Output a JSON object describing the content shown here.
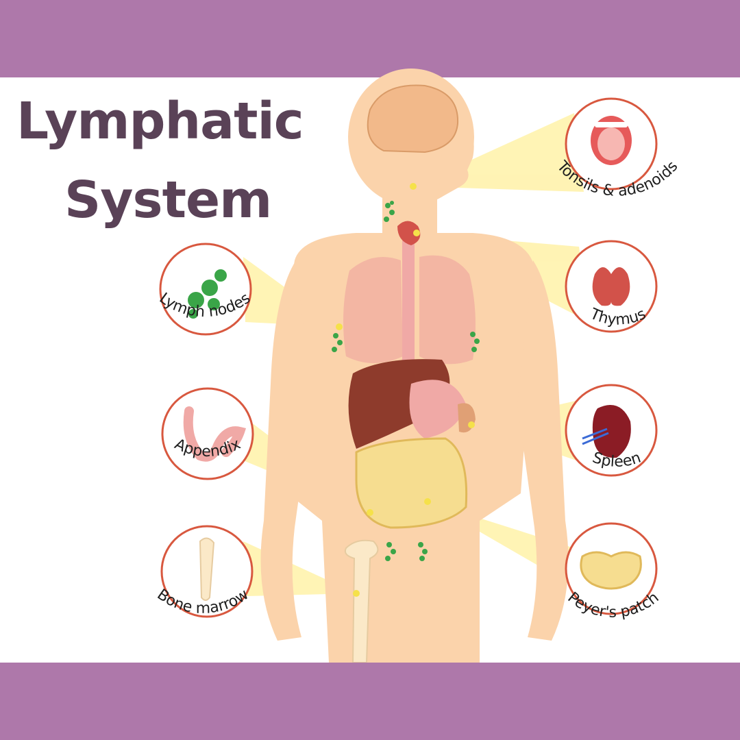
{
  "title": {
    "line1": "Lymphatic",
    "line2": "System"
  },
  "labels": {
    "tonsils": "Tonsils & adenoids",
    "thymus": "Thymus",
    "spleen": "Spleen",
    "peyers": "Peyer's patch",
    "lymph": "Lymph nodes",
    "appendix": "Appendix",
    "bone": "Bone marrow"
  },
  "colors": {
    "band": "#ae78aa",
    "title": "#5a4257",
    "body": "#fbd3ab",
    "circle_stroke": "#d8583f",
    "beam": "#fff2a8",
    "node": "#3aa548"
  }
}
